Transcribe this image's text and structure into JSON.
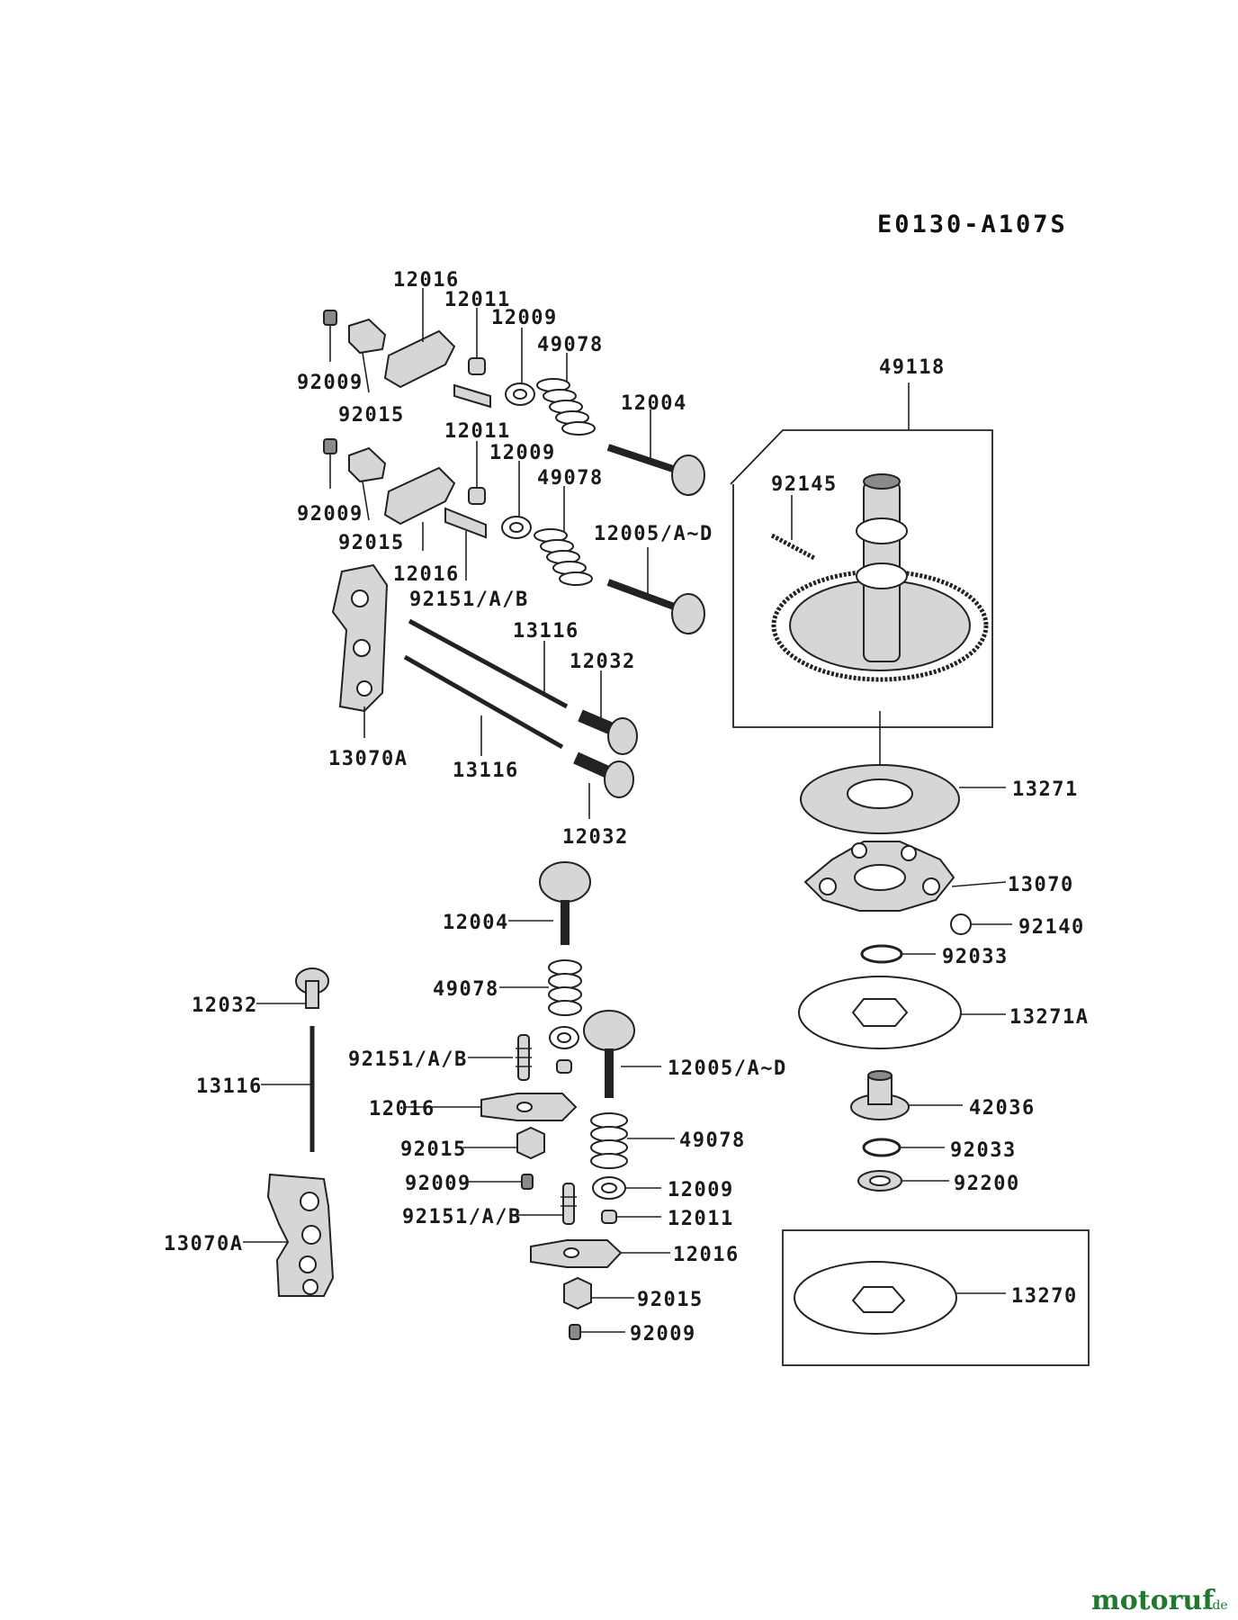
{
  "diagram_code": "E0130-A107S",
  "labels": {
    "l12016a": "12016",
    "l12011a": "12011",
    "l12009a": "12009",
    "l49078a": "49078",
    "l92009a": "92009",
    "l92015a": "92015",
    "l12004a": "12004",
    "l12011b": "12011",
    "l12009b": "12009",
    "l49078b": "49078",
    "l92009b": "92009",
    "l92015b": "92015",
    "l12016b": "12016",
    "l92151a": "92151/A/B",
    "l12005a": "12005/A~D",
    "l13116a": "13116",
    "l12032a": "12032",
    "l13070Aa": "13070A",
    "l13116b": "13116",
    "l12032b": "12032",
    "l49118": "49118",
    "l92145": "92145",
    "l13271": "13271",
    "l13070": "13070",
    "l92140": "92140",
    "l92033a": "92033",
    "l13271A": "13271A",
    "l42036": "42036",
    "l92033b": "92033",
    "l92200": "92200",
    "l13270": "13270",
    "l12004b": "12004",
    "l49078c": "49078",
    "l92151b": "92151/A/B",
    "l12005b": "12005/A~D",
    "l12016c": "12016",
    "l92015c": "92015",
    "l92009c": "92009",
    "l49078d": "49078",
    "l12009c": "12009",
    "l92151c": "92151/A/B",
    "l12011c": "12011",
    "l12016d": "12016",
    "l92015d": "92015",
    "l92009d": "92009",
    "l12032c": "12032",
    "l13116c": "13116",
    "l13070Ab": "13070A"
  },
  "watermark": {
    "brand": "motoruf",
    "suffix": ".de",
    "color_main": "#1f7a2e",
    "color_accent": "#c9a227"
  }
}
